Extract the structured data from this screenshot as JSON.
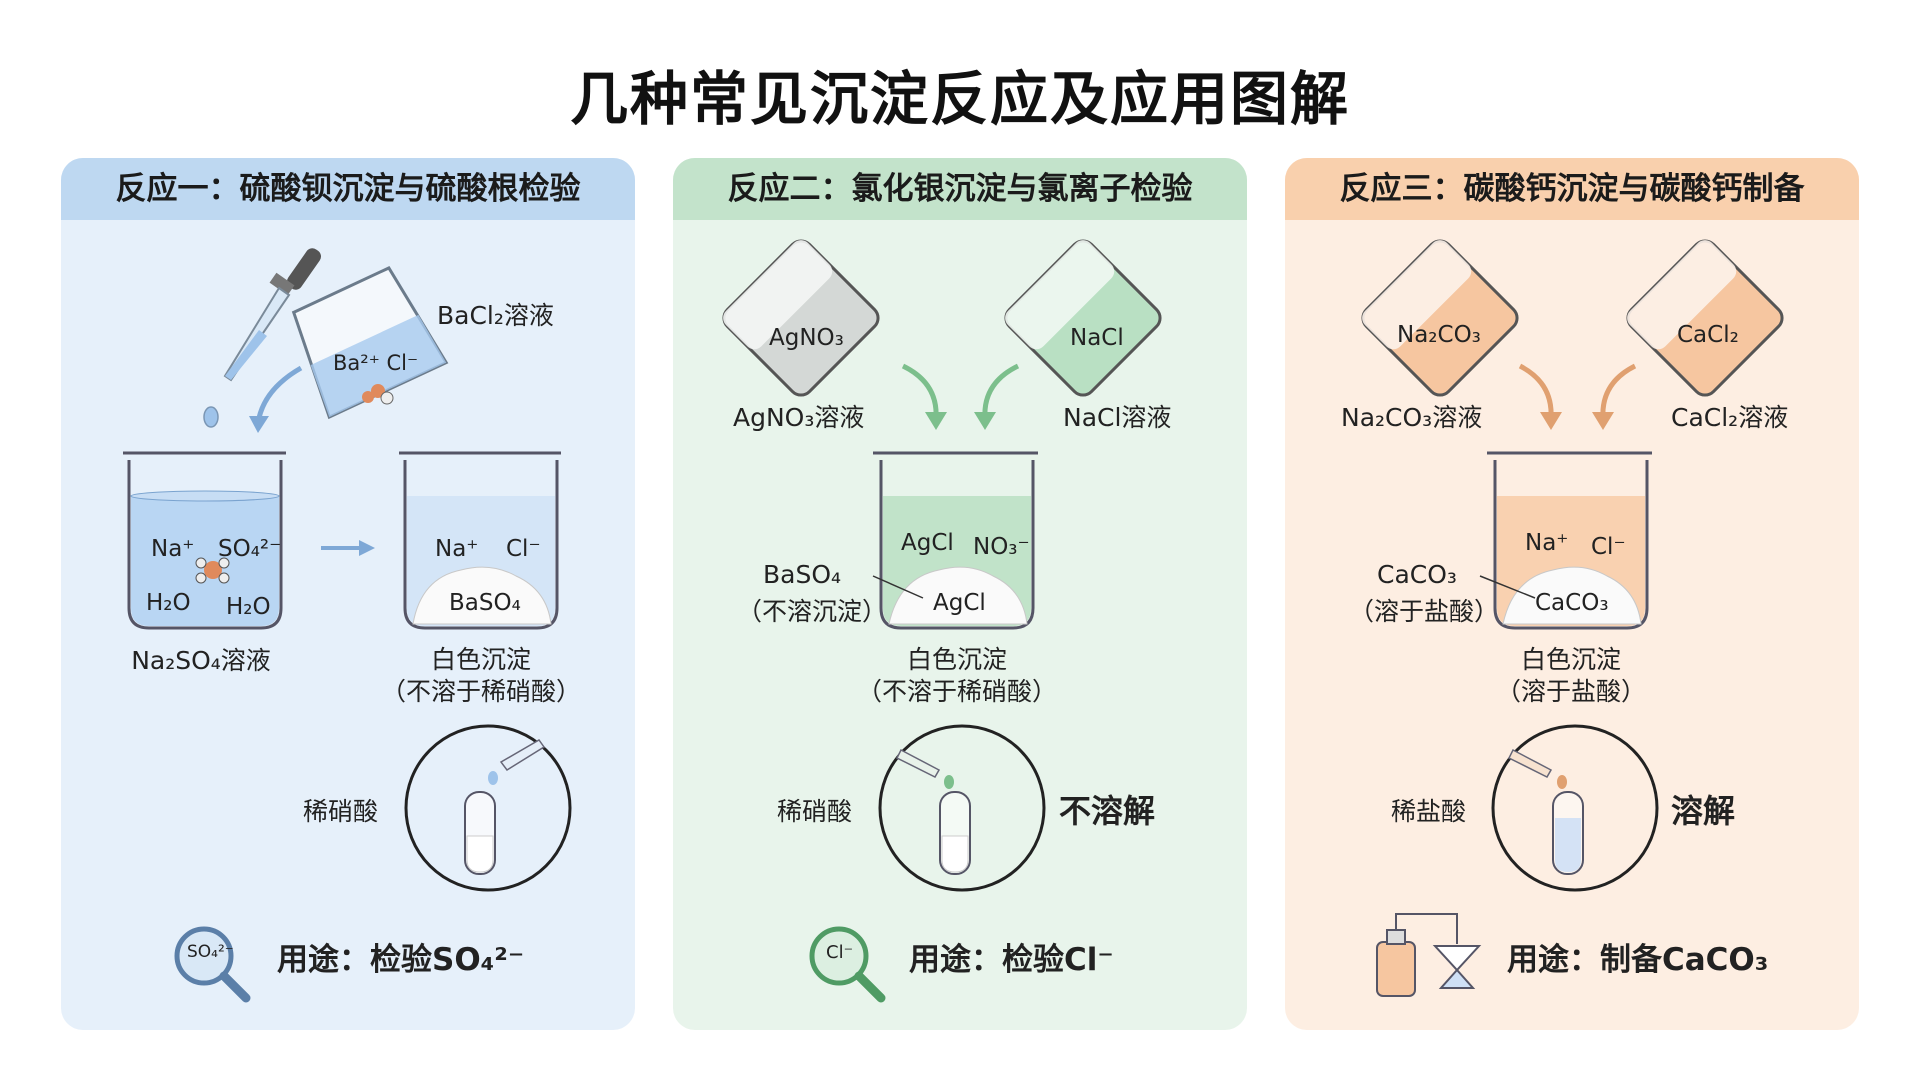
{
  "title": "几种常见沉淀反应及应用图解",
  "colors": {
    "blue": "#e6f0fa",
    "blue_head": "#bed8f1",
    "green": "#e8f4eb",
    "green_head": "#c3e3cb",
    "orange": "#fdeee2",
    "orange_head": "#f9d0ad"
  },
  "panels": [
    {
      "header": "反应一：硫酸钡沉淀与硫酸根检验",
      "reagent": "BaCl₂溶液",
      "reagent_ions": "Ba²⁺ Cl⁻",
      "beaker1_ions": [
        "Na⁺",
        "SO₄²⁻",
        "H₂O",
        "H₂O"
      ],
      "beaker1_label": "Na₂SO₄溶液",
      "beaker2_ions": [
        "Na⁺",
        "Cl⁻"
      ],
      "precipitate": "BaSO₄",
      "result_line1": "白色沉淀",
      "result_line2": "（不溶于稀硝酸）",
      "test_acid": "稀硝酸",
      "test_result": "",
      "magnifier_text": "SO₄²⁻",
      "use_text": "用途：检验SO₄²⁻"
    },
    {
      "header": "反应二：氯化银沉淀与氯离子检验",
      "flask_left": "AgNO₃",
      "flask_right": "NaCl",
      "label_left": "AgNO₃溶液",
      "label_right": "NaCl溶液",
      "beaker_ions": [
        "AgCl",
        "NO₃⁻"
      ],
      "precipitate": "AgCl",
      "side_label_1": "BaSO₄",
      "side_label_2": "（不溶沉淀）",
      "result_line1": "白色沉淀",
      "result_line2": "（不溶于稀硝酸）",
      "test_acid": "稀硝酸",
      "test_result": "不溶解",
      "magnifier_text": "Cl⁻",
      "use_text": "用途：检验Cl⁻"
    },
    {
      "header": "反应三：碳酸钙沉淀与碳酸钙制备",
      "flask_left": "Na₂CO₃",
      "flask_right": "CaCl₂",
      "label_left": "Na₂CO₃溶液",
      "label_right": "CaCl₂溶液",
      "beaker_ions": [
        "Na⁺",
        "Cl⁻"
      ],
      "precipitate": "CaCO₃",
      "side_label_1": "CaCO₃",
      "side_label_2": "（溶于盐酸）",
      "result_line1": "白色沉淀",
      "result_line2": "（溶于盐酸）",
      "test_acid": "稀盐酸",
      "test_result": "溶解",
      "use_text": "用途：制备CaCO₃"
    }
  ]
}
